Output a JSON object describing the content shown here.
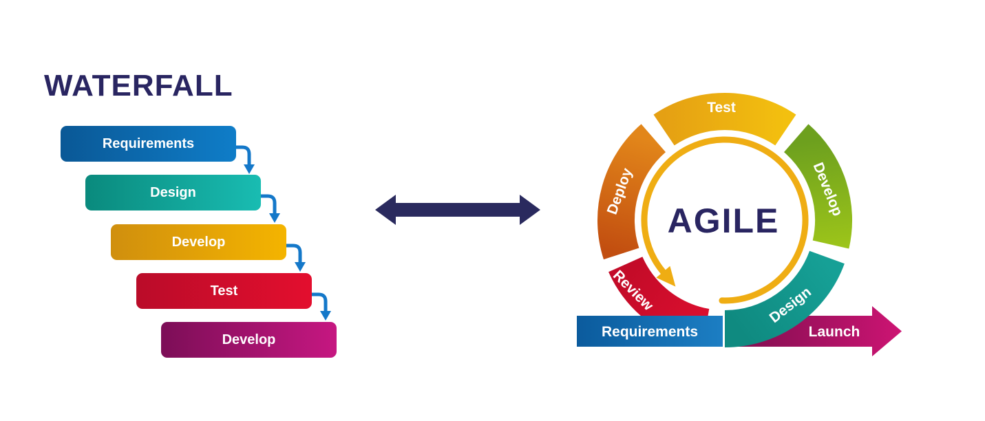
{
  "waterfall": {
    "title": "WATERFALL",
    "steps": [
      {
        "label": "Requirements",
        "gradient": [
          "#0a5896",
          "#0f7dc8"
        ]
      },
      {
        "label": "Design",
        "gradient": [
          "#0a8a7d",
          "#19bcb2"
        ]
      },
      {
        "label": "Develop",
        "gradient": [
          "#d08f0e",
          "#f4b400"
        ]
      },
      {
        "label": "Test",
        "gradient": [
          "#ba0c29",
          "#e30e2e"
        ]
      },
      {
        "label": "Develop",
        "gradient": [
          "#7c0e57",
          "#c61781"
        ]
      }
    ],
    "connector_color": "#1478c9"
  },
  "comparison": {
    "arrow_color": "#2a2a5e"
  },
  "agile": {
    "center_label": "AGILE",
    "text_color": "#292561",
    "segments": [
      {
        "label": "Test",
        "position": "top",
        "gradient": [
          "#e5a013",
          "#f3c00f"
        ]
      },
      {
        "label": "Develop",
        "position": "right",
        "gradient": [
          "#6da01e",
          "#9cc41a"
        ]
      },
      {
        "label": "Design",
        "position": "bottom-right",
        "gradient": [
          "#16a096",
          "#0f8a80"
        ]
      },
      {
        "label": "Review",
        "position": "bottom-left",
        "gradient": [
          "#dc0f2f",
          "#c30b28"
        ]
      },
      {
        "label": "Deploy",
        "position": "left",
        "gradient": [
          "#c24e10",
          "#e2861a"
        ]
      }
    ],
    "requirements_bar": {
      "label": "Requirements",
      "gradient": [
        "#0b5b9d",
        "#1c7ec3"
      ]
    },
    "launch_arrow": {
      "label": "Launch",
      "gradient": [
        "#7d0e4e",
        "#cd1473"
      ]
    },
    "cycle_arrow_color": "#efad13"
  }
}
